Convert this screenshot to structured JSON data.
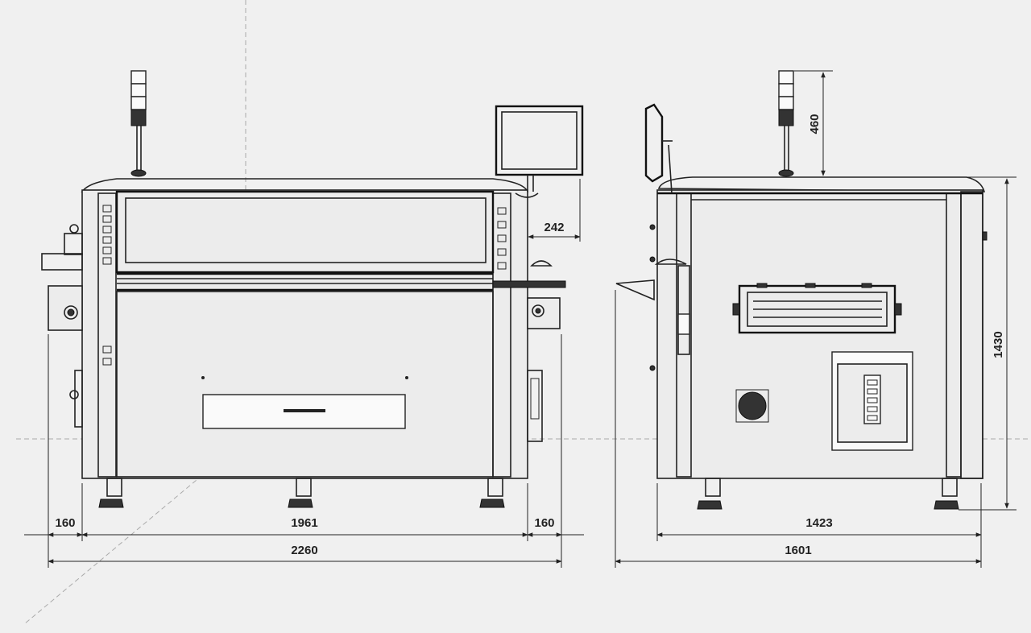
{
  "dimensions": {
    "front_left_offset": "160",
    "front_inner_width": "1961",
    "front_right_offset": "160",
    "front_total_width": "2260",
    "monitor_overhang": "242",
    "side_inner_depth": "1423",
    "side_total_depth": "1601",
    "side_height": "1430",
    "tower_height": "460"
  }
}
